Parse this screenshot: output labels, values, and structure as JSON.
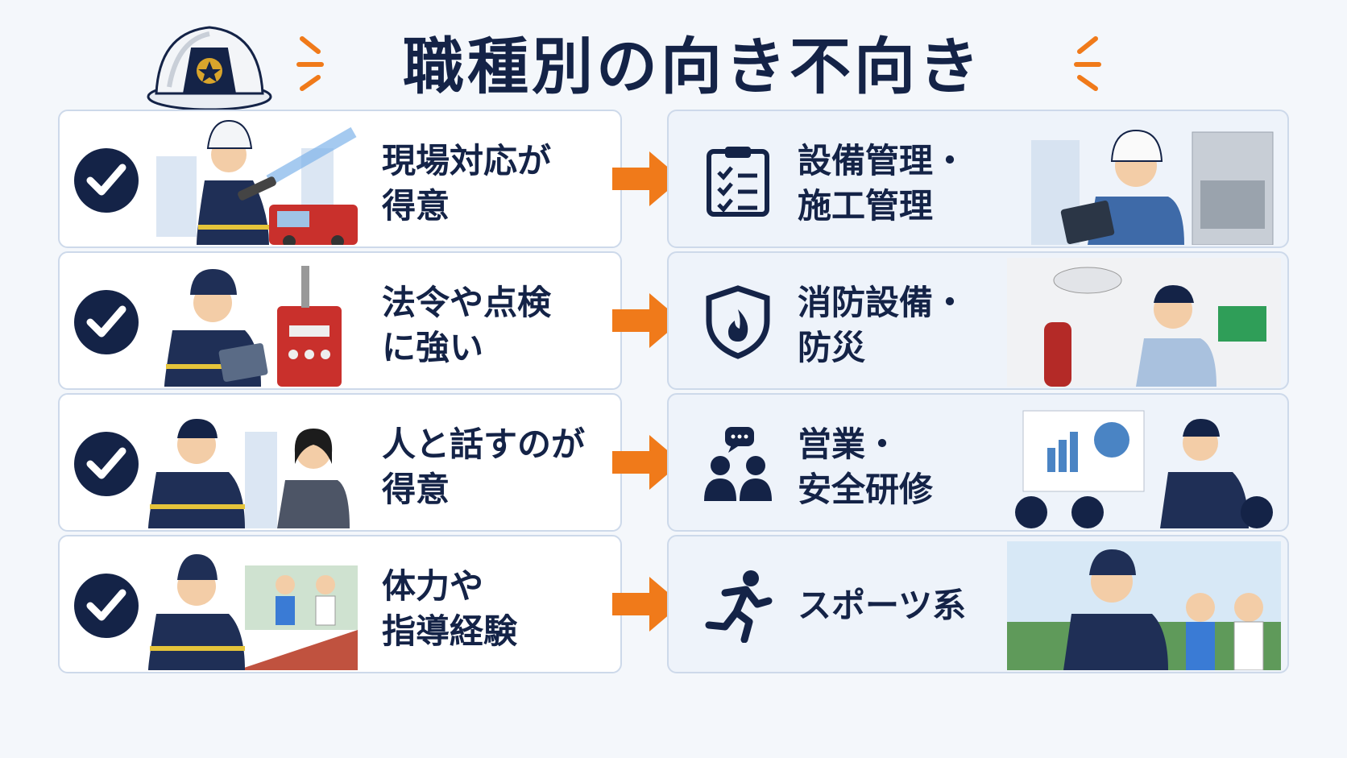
{
  "title": "職種別の向き不向き",
  "colors": {
    "navy": "#142347",
    "accent": "#f07a1a",
    "card_border": "#cdd9ea"
  },
  "rows": [
    {
      "skill": [
        "現場対応が",
        "得意"
      ],
      "job": [
        "設備管理・",
        "施工管理"
      ],
      "job_icon": "clipboard-checklist-icon",
      "skill_illustration": "firefighter-with-hose-illustration",
      "job_illustration": "engineer-with-tablet-illustration"
    },
    {
      "skill": [
        "法令や点検",
        "に強い"
      ],
      "job": [
        "消防設備・",
        "防災"
      ],
      "job_icon": "shield-flame-icon",
      "skill_illustration": "firefighter-inspection-illustration",
      "job_illustration": "fire-equipment-inspector-illustration"
    },
    {
      "skill": [
        "人と話すのが",
        "得意"
      ],
      "job": [
        "営業・",
        "安全研修"
      ],
      "job_icon": "people-speech-icon",
      "skill_illustration": "firefighter-talking-illustration",
      "job_illustration": "presenter-training-illustration"
    },
    {
      "skill": [
        "体力や",
        "指導経験"
      ],
      "job": [
        "スポーツ系"
      ],
      "job_icon": "running-person-icon",
      "skill_illustration": "firefighter-coach-runners-illustration",
      "job_illustration": "sports-coach-illustration"
    }
  ]
}
